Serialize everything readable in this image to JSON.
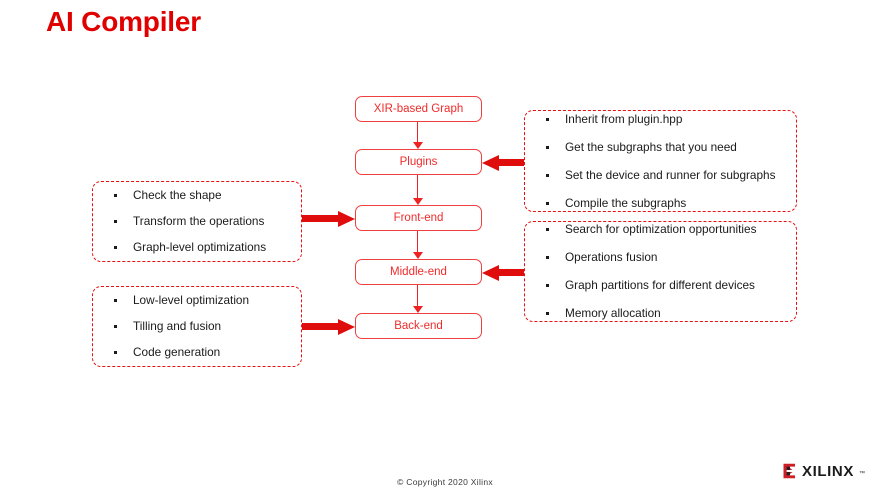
{
  "slide": {
    "title": "AI Compiler",
    "background_color": "#ffffff",
    "accent_color": "#e00000"
  },
  "flow": {
    "boxes": [
      {
        "label": "XIR-based Graph"
      },
      {
        "label": "Plugins"
      },
      {
        "label": "Front-end"
      },
      {
        "label": "Middle-end"
      },
      {
        "label": "Back-end"
      }
    ]
  },
  "callouts": {
    "left": [
      {
        "target": "Front-end",
        "bullets": [
          "Check the shape",
          "Transform the operations",
          "Graph-level optimizations"
        ]
      },
      {
        "target": "Back-end",
        "bullets": [
          "Low-level optimization",
          "Tilling and fusion",
          "Code generation"
        ]
      }
    ],
    "right": [
      {
        "target": "Plugins",
        "bullets": [
          "Inherit from plugin.hpp",
          "Get the subgraphs that you need",
          "Set the device and runner for subgraphs",
          "Compile the subgraphs"
        ]
      },
      {
        "target": "Middle-end",
        "bullets": [
          "Search for optimization opportunities",
          "Operations fusion",
          "Graph partitions for different devices",
          "Memory allocation"
        ]
      }
    ]
  },
  "footer": {
    "copyright": "© Copyright  2020  Xilinx",
    "logo_word": "XILINX",
    "logo_tm": "™"
  }
}
